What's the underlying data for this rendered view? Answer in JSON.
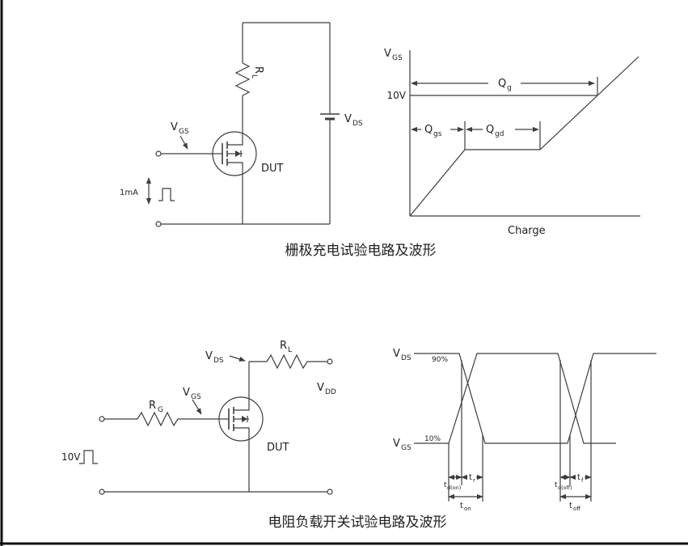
{
  "captions": {
    "top": "栅极充电试验电路及波形",
    "bottom": "电阻负载开关试验电路及波形"
  },
  "gate_charge_circuit": {
    "vgs": {
      "main": "V",
      "sub": "GS"
    },
    "rl": {
      "main": "R",
      "sub": "L"
    },
    "vds": {
      "main": "V",
      "sub": "DS"
    },
    "dut": "DUT",
    "gate_pulse_current": "1mA"
  },
  "gate_charge_waveform": {
    "y_axis": {
      "main": "V",
      "sub": "GS"
    },
    "plateau_level": "10V",
    "qg": {
      "main": "Q",
      "sub": "g"
    },
    "qgs": {
      "main": "Q",
      "sub": "gs"
    },
    "qgd": {
      "main": "Q",
      "sub": "gd"
    },
    "x_axis": "Charge"
  },
  "switching_circuit": {
    "rg": {
      "main": "R",
      "sub": "G"
    },
    "rl": {
      "main": "R",
      "sub": "L"
    },
    "vgs": {
      "main": "V",
      "sub": "GS"
    },
    "vds": {
      "main": "V",
      "sub": "DS"
    },
    "vdd": {
      "main": "V",
      "sub": "DD"
    },
    "dut": "DUT",
    "input_pulse": "10V"
  },
  "switching_waveform": {
    "vds": {
      "main": "V",
      "sub": "DS"
    },
    "vgs": {
      "main": "V",
      "sub": "GS"
    },
    "level_90": "90%",
    "level_10": "10%",
    "td_on": {
      "main": "t",
      "sub": "d(on)"
    },
    "tr": {
      "main": "t",
      "sub": "r"
    },
    "ton": {
      "main": "t",
      "sub": "on"
    },
    "td_off": {
      "main": "t",
      "sub": "d(off)"
    },
    "tf": {
      "main": "t",
      "sub": "f"
    },
    "toff": {
      "main": "t",
      "sub": "off"
    }
  }
}
